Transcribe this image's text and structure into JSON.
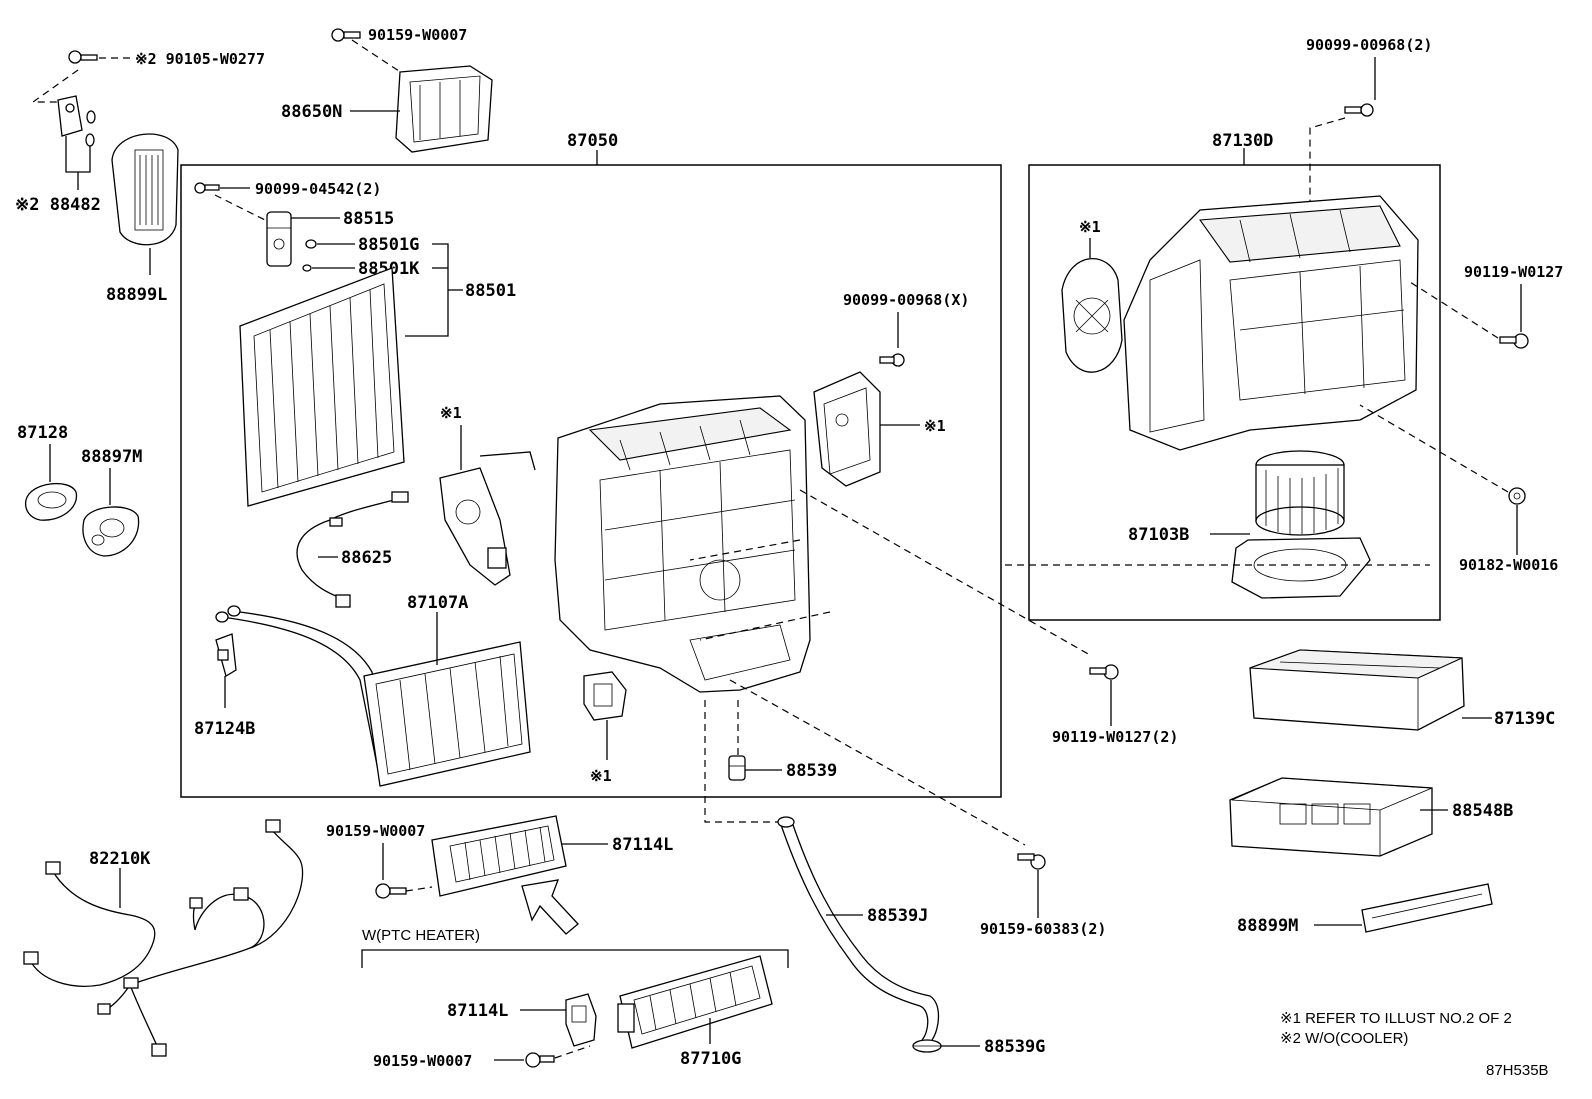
{
  "labels": {
    "p90105": "※2 90105-W0277",
    "p90159_top": "90159-W0007",
    "p88650n": "88650N",
    "p88482": "※2 88482",
    "p88899l": "88899L",
    "p87050": "87050",
    "p90099_04542": "90099-04542(2)",
    "p88515": "88515",
    "p88501g": "88501G",
    "p88501k": "88501K",
    "p88501": "88501",
    "p90099_x": "90099-00968(X)",
    "ref1_a": "※1",
    "ref1_b": "※1",
    "ref1_c": "※1",
    "ref1_d": "※1",
    "p87128": "87128",
    "p88897m": "88897M",
    "p88625": "88625",
    "p87107a": "87107A",
    "p87124b": "87124B",
    "p88539": "88539",
    "p90099_2": "90099-00968(2)",
    "p87130d": "87130D",
    "p90119_w0127": "90119-W0127",
    "p87103b": "87103B",
    "p90182": "90182-W0016",
    "p90119_w0127_2": "90119-W0127(2)",
    "p87139c": "87139C",
    "p88548b": "88548B",
    "p88899m": "88899M",
    "p82210k": "82210K",
    "p90159_mid": "90159-W0007",
    "p87114l_top": "87114L",
    "p88539j": "88539J",
    "p90159_60383": "90159-60383(2)",
    "ptc": "W(PTC HEATER)",
    "p87114l_bot": "87114L",
    "p90159_bot": "90159-W0007",
    "p87710g": "87710G",
    "p88539g": "88539G",
    "note1": "※1 REFER TO ILLUST NO.2 OF 2",
    "note2": "※2 W/O(COOLER)",
    "code": "87H535B"
  }
}
